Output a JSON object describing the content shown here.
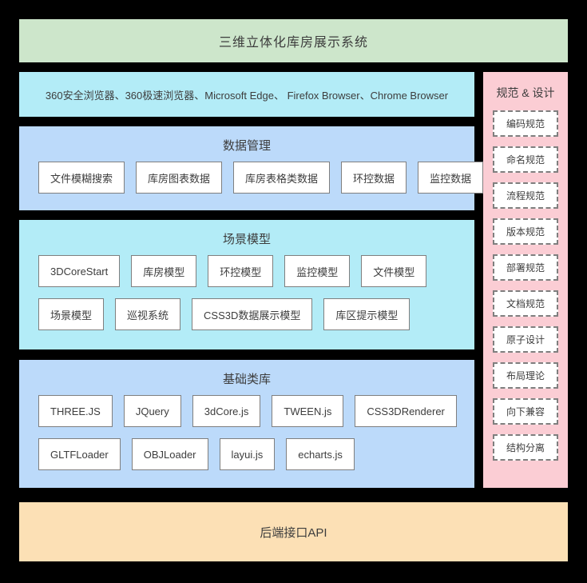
{
  "title_banner": {
    "text": "三维立体化库房展示系统",
    "color": "#cde6cb"
  },
  "browser_bar": {
    "text": "360安全浏览器、360极速浏览器、Microsoft Edge、 Firefox Browser、Chrome Browser",
    "color": "#b3ecf7"
  },
  "layers": [
    {
      "id": "data-management",
      "title": "数据管理",
      "color": "#bcdafa",
      "rows": [
        [
          "文件模糊搜索",
          "库房图表数据",
          "库房表格类数据",
          "环控数据",
          "监控数据"
        ]
      ]
    },
    {
      "id": "scene-model",
      "title": "场景模型",
      "color": "#b3ecf7",
      "rows": [
        [
          "3DCoreStart",
          "库房模型",
          "环控模型",
          "监控模型",
          "文件模型"
        ],
        [
          "场景模型",
          "巡视系统",
          "CSS3D数据展示模型",
          "库区提示模型"
        ]
      ]
    },
    {
      "id": "base-library",
      "title": "基础类库",
      "color": "#bcdafa",
      "rows": [
        [
          "THREE.JS",
          "JQuery",
          "3dCore.js",
          "TWEEN.js",
          "CSS3DRenderer"
        ],
        [
          "GLTFLoader",
          "OBJLoader",
          "layui.js",
          "echarts.js"
        ]
      ]
    }
  ],
  "sidebar": {
    "title": "规范 & 设计",
    "color": "#fbcdd4",
    "items": [
      "编码规范",
      "命名规范",
      "流程规范",
      "版本规范",
      "部署规范",
      "文档规范",
      "原子设计",
      "布局理论",
      "向下兼容",
      "结构分离"
    ]
  },
  "api_block": {
    "text": "后端接口API",
    "color": "#fce0b5"
  }
}
